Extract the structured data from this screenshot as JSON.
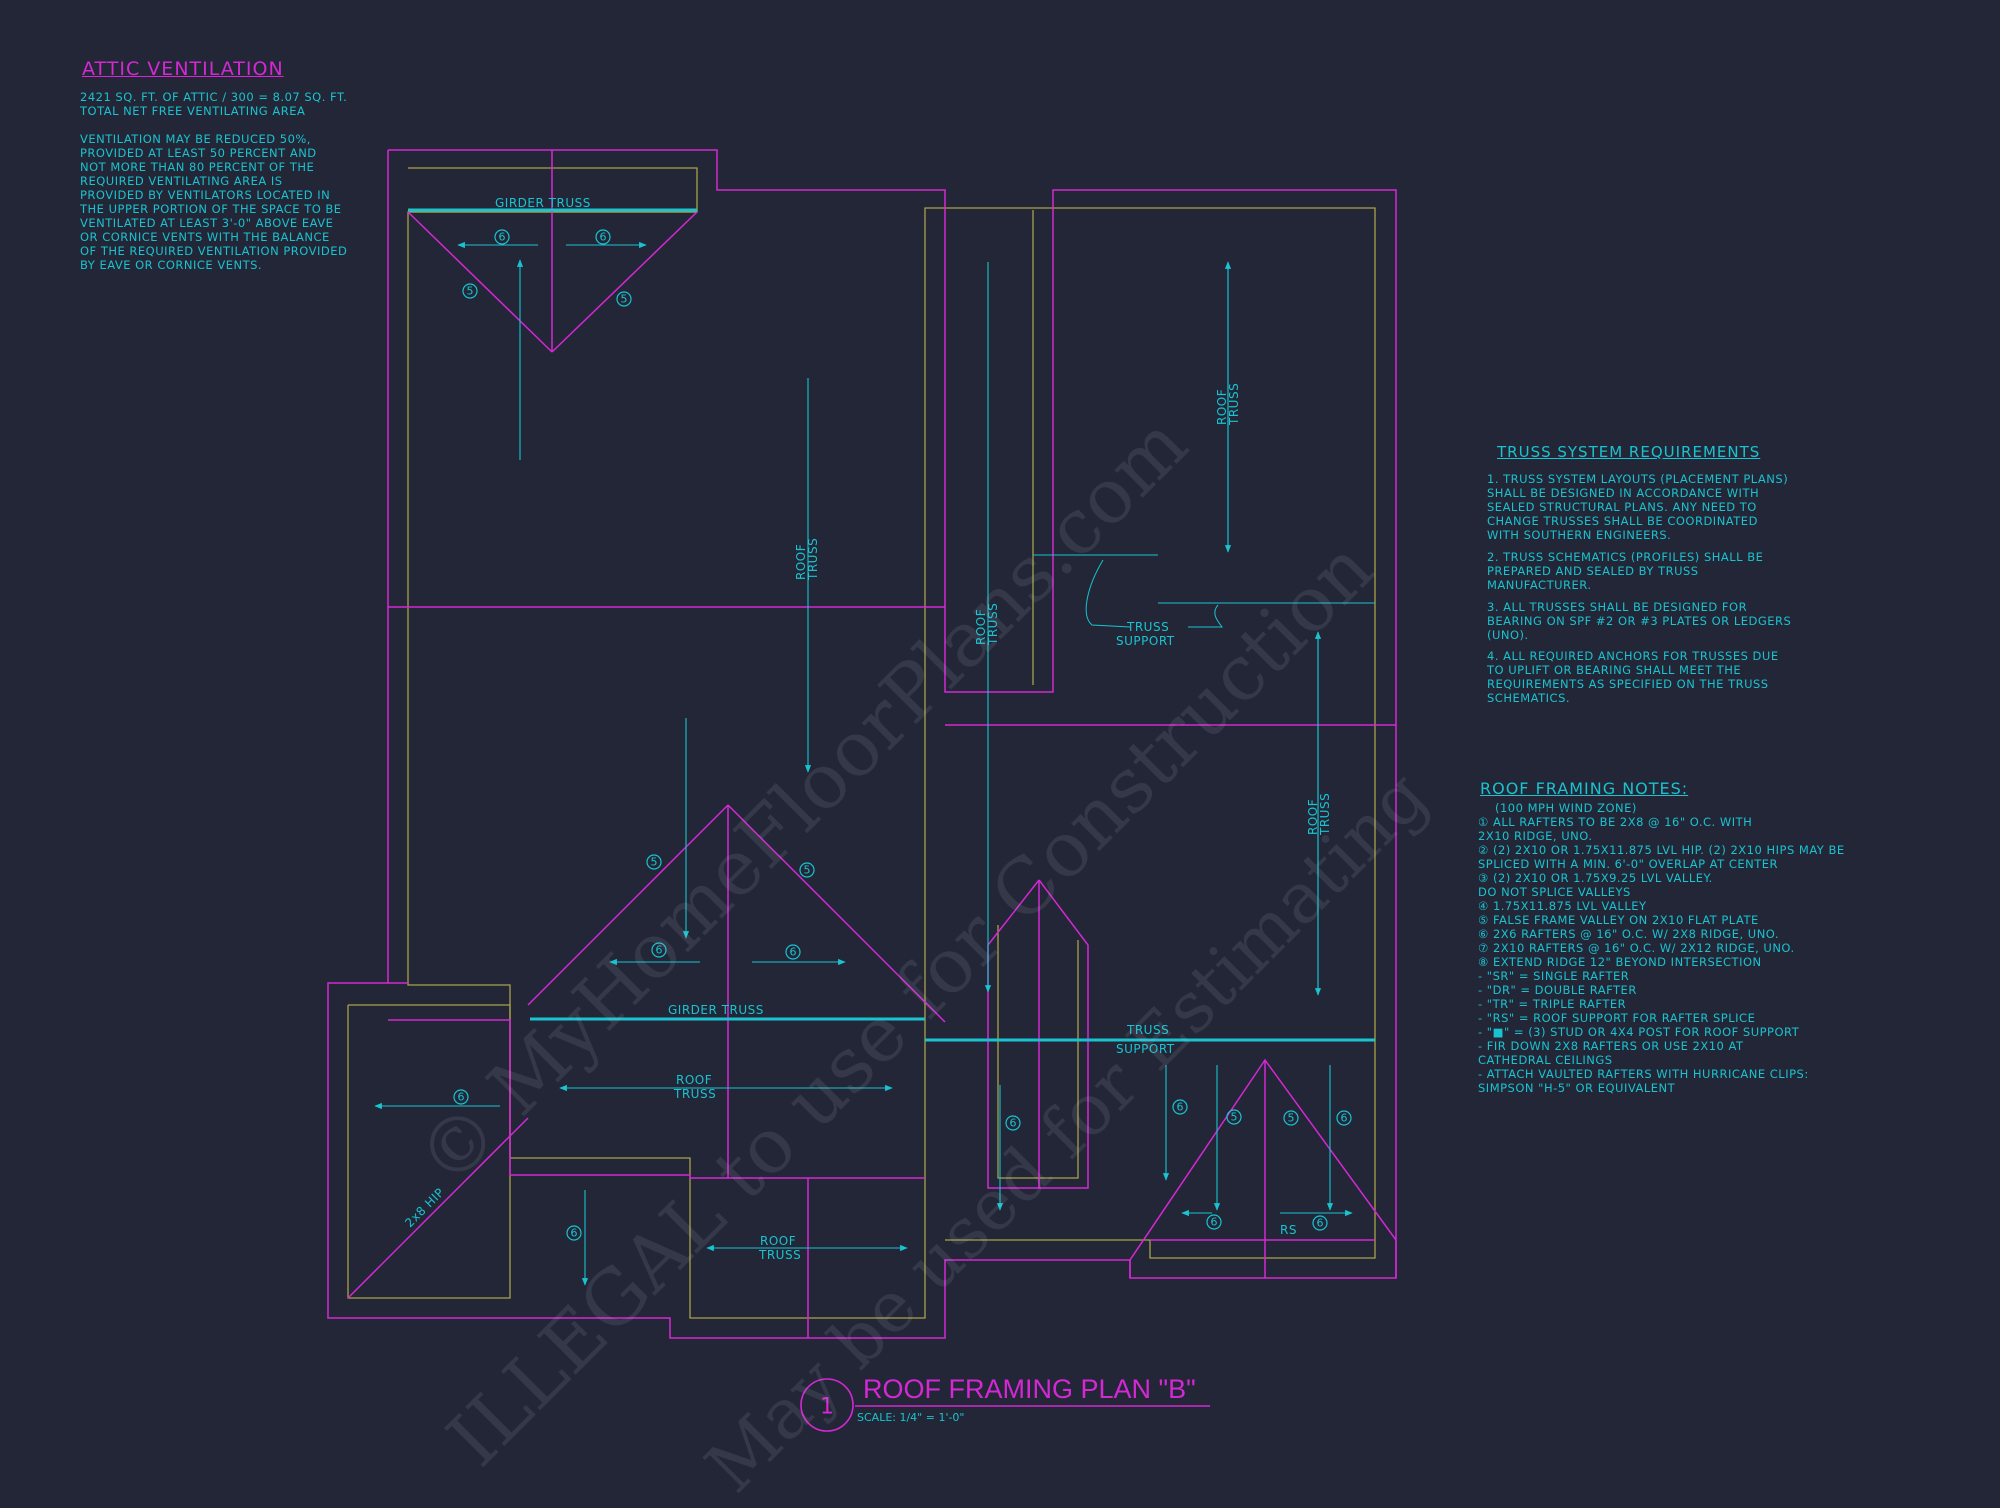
{
  "colors": {
    "background": "#232637",
    "magenta": "#d428d4",
    "cyan": "#19c3cf",
    "yellow": "#a8a24a"
  },
  "attic": {
    "title": "ATTIC VENTILATION",
    "calc_line1": "2421 SQ. FT. OF ATTIC / 300 = 8.07 SQ. FT.",
    "calc_line2": "TOTAL NET FREE VENTILATING AREA",
    "body": "VENTILATION MAY BE REDUCED 50%,\nPROVIDED AT LEAST 50 PERCENT AND\nNOT MORE THAN 80 PERCENT OF THE\nREQUIRED VENTILATING AREA IS\nPROVIDED BY VENTILATORS LOCATED IN\nTHE UPPER PORTION OF THE SPACE TO BE\nVENTILATED AT LEAST 3'-0\" ABOVE EAVE\nOR CORNICE VENTS WITH THE BALANCE\nOF THE REQUIRED VENTILATION PROVIDED\nBY EAVE OR CORNICE VENTS."
  },
  "truss_requirements": {
    "title": "TRUSS SYSTEM REQUIREMENTS",
    "items": [
      "1. TRUSS SYSTEM LAYOUTS (PLACEMENT PLANS)\nSHALL BE DESIGNED IN ACCORDANCE WITH\nSEALED STRUCTURAL PLANS. ANY NEED TO\nCHANGE TRUSSES SHALL BE COORDINATED\nWITH SOUTHERN ENGINEERS.",
      "2. TRUSS SCHEMATICS (PROFILES) SHALL BE\nPREPARED AND SEALED BY TRUSS\nMANUFACTURER.",
      "3. ALL TRUSSES SHALL BE DESIGNED FOR\nBEARING ON SPF #2 OR #3 PLATES OR LEDGERS\n(UNO).",
      "4. ALL REQUIRED ANCHORS FOR TRUSSES DUE\nTO UPLIFT OR BEARING SHALL MEET THE\nREQUIREMENTS AS SPECIFIED ON THE TRUSS\nSCHEMATICS."
    ]
  },
  "roof_notes": {
    "title": "ROOF FRAMING NOTES:",
    "zone": "(100 MPH WIND ZONE)",
    "lines": [
      "① ALL RAFTERS TO BE 2x8 @ 16\" O.C. WITH",
      "    2x10 RIDGE, UNO.",
      "② (2) 2x10 OR 1.75x11.875 LVL HIP. (2) 2x10 HIPS MAY BE",
      "    SPLICED WITH A MIN. 6'-0\" OVERLAP AT CENTER",
      "③ (2) 2x10 OR 1.75x9.25 LVL VALLEY.",
      "    DO NOT SPLICE VALLEYS",
      "④ 1.75x11.875 LVL VALLEY",
      "⑤ FALSE FRAME VALLEY ON 2x10 FLAT PLATE",
      "⑥ 2x6 RAFTERS @ 16\" O.C. W/ 2x8 RIDGE, UNO.",
      "⑦ 2x10 RAFTERS @ 16\" O.C. W/ 2x12 RIDGE, UNO.",
      "⑧ EXTEND RIDGE 12\" BEYOND INTERSECTION",
      "-  \"SR\" = SINGLE RAFTER",
      "-  \"DR\" = DOUBLE RAFTER",
      "-  \"TR\" = TRIPLE RAFTER",
      "-  \"RS\" = ROOF SUPPORT FOR RAFTER SPLICE",
      "-  \"■\"  = (3) STUD OR 4x4 POST FOR ROOF SUPPORT",
      "-  FIR DOWN 2x8 RAFTERS OR USE 2x10 AT",
      "    CATHEDRAL CEILINGS",
      "-  ATTACH VAULTED RAFTERS WITH HURRICANE CLIPS:",
      "    SIMPSON \"H-5\" OR EQUIVALENT"
    ]
  },
  "plan_labels": {
    "girder_truss": "GIRDER TRUSS",
    "roof": "ROOF",
    "truss": "TRUSS",
    "truss_word": "TRUSS",
    "support": "SUPPORT",
    "hip": "2x8 HIP",
    "rs": "RS"
  },
  "callouts": [
    {
      "n": "6"
    },
    {
      "n": "6"
    },
    {
      "n": "5"
    },
    {
      "n": "5"
    },
    {
      "n": "5"
    },
    {
      "n": "5"
    },
    {
      "n": "6"
    },
    {
      "n": "6"
    },
    {
      "n": "6"
    },
    {
      "n": "6"
    },
    {
      "n": "6"
    },
    {
      "n": "5"
    },
    {
      "n": "5"
    },
    {
      "n": "6"
    },
    {
      "n": "6"
    },
    {
      "n": "6"
    }
  ],
  "title_block": {
    "number": "1",
    "title": "ROOF FRAMING PLAN \"B\"",
    "scale": "SCALE: 1/4\" = 1'-0\""
  },
  "watermark": {
    "line1": "© MyHomeFloorPlans.com",
    "line2": "ILLEGAL to use for Construction",
    "line3": "May be used for Estimating"
  }
}
